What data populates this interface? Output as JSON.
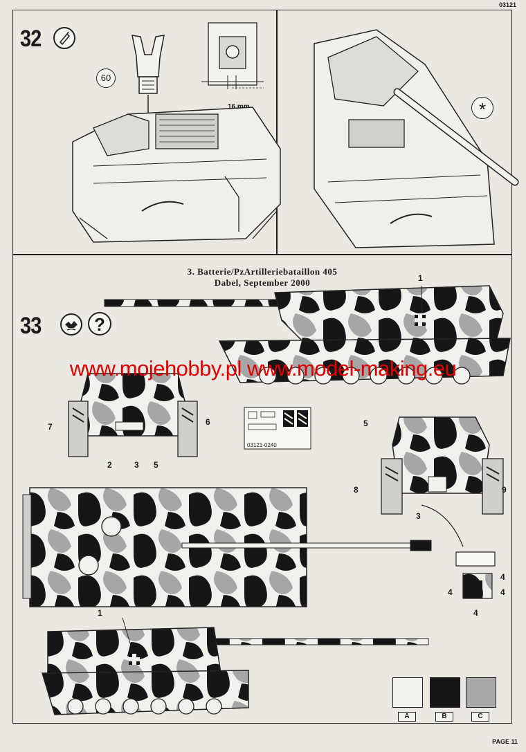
{
  "header": {
    "code": "03121"
  },
  "step32": {
    "number": "32",
    "part": "60",
    "dimension": "16 mm",
    "note_symbol": "*"
  },
  "step33": {
    "number": "33",
    "caption_line1": "3. Batterie/PzArtilleriebataillon 405",
    "caption_line2": "Dabel, September 2000",
    "help_symbol": "?"
  },
  "watermark": "www.mojehobby.pl www.model-making.eu",
  "callouts": {
    "side_top_1": "1",
    "rear_7": "7",
    "rear_6": "6",
    "rear_2": "2",
    "rear_3": "3",
    "rear_5": "5",
    "front_5": "5",
    "front_8": "8",
    "front_9": "9",
    "front_3": "3",
    "detail_4a": "4",
    "detail_4b": "4",
    "detail_4c": "4",
    "detail_4d": "4",
    "side_bottom_1": "1"
  },
  "decal_sheet": {
    "code": "03121-0240"
  },
  "colors": {
    "items": [
      {
        "tag": "A",
        "hex": "#f2f2ee"
      },
      {
        "tag": "B",
        "hex": "#151515"
      },
      {
        "tag": "C",
        "hex": "#a9a9a9"
      }
    ]
  },
  "footer": {
    "page": "PAGE 11"
  }
}
